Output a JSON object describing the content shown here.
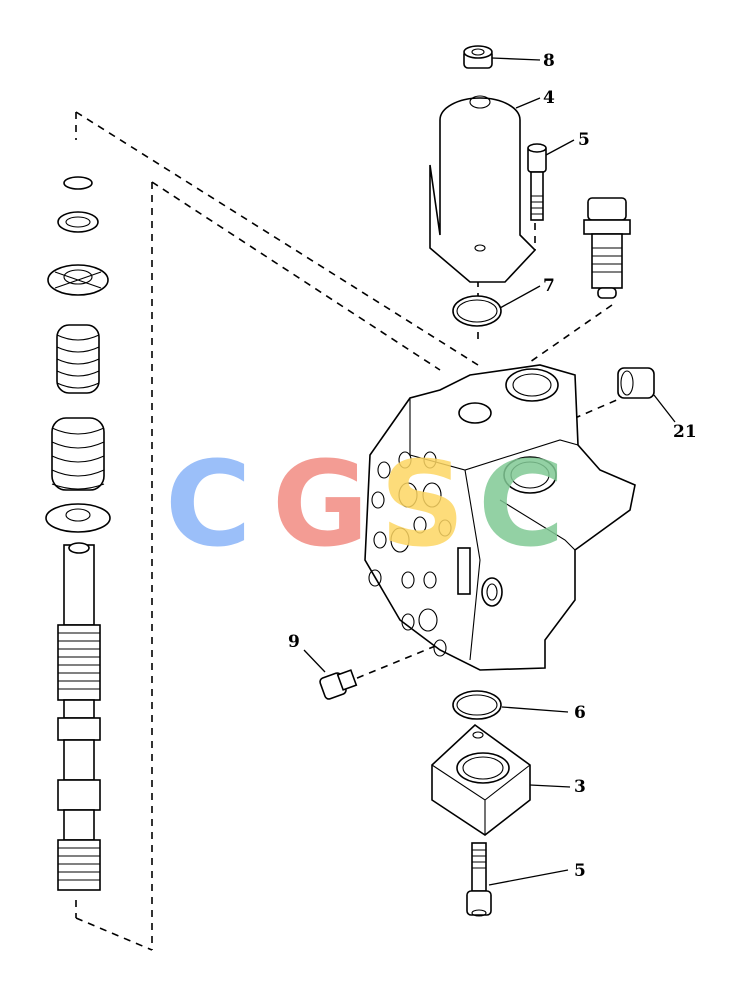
{
  "callouts": {
    "c8": "8",
    "c4": "4",
    "c5_top": "5",
    "c7": "7",
    "c21": "21",
    "c9": "9",
    "c6": "6",
    "c3": "3",
    "c5_bottom": "5"
  },
  "watermark": {
    "letters": [
      "C",
      "G",
      "S",
      "C"
    ],
    "colors": [
      "#8ab4f8",
      "#f28b82",
      "#fdd663",
      "#81c995"
    ]
  }
}
